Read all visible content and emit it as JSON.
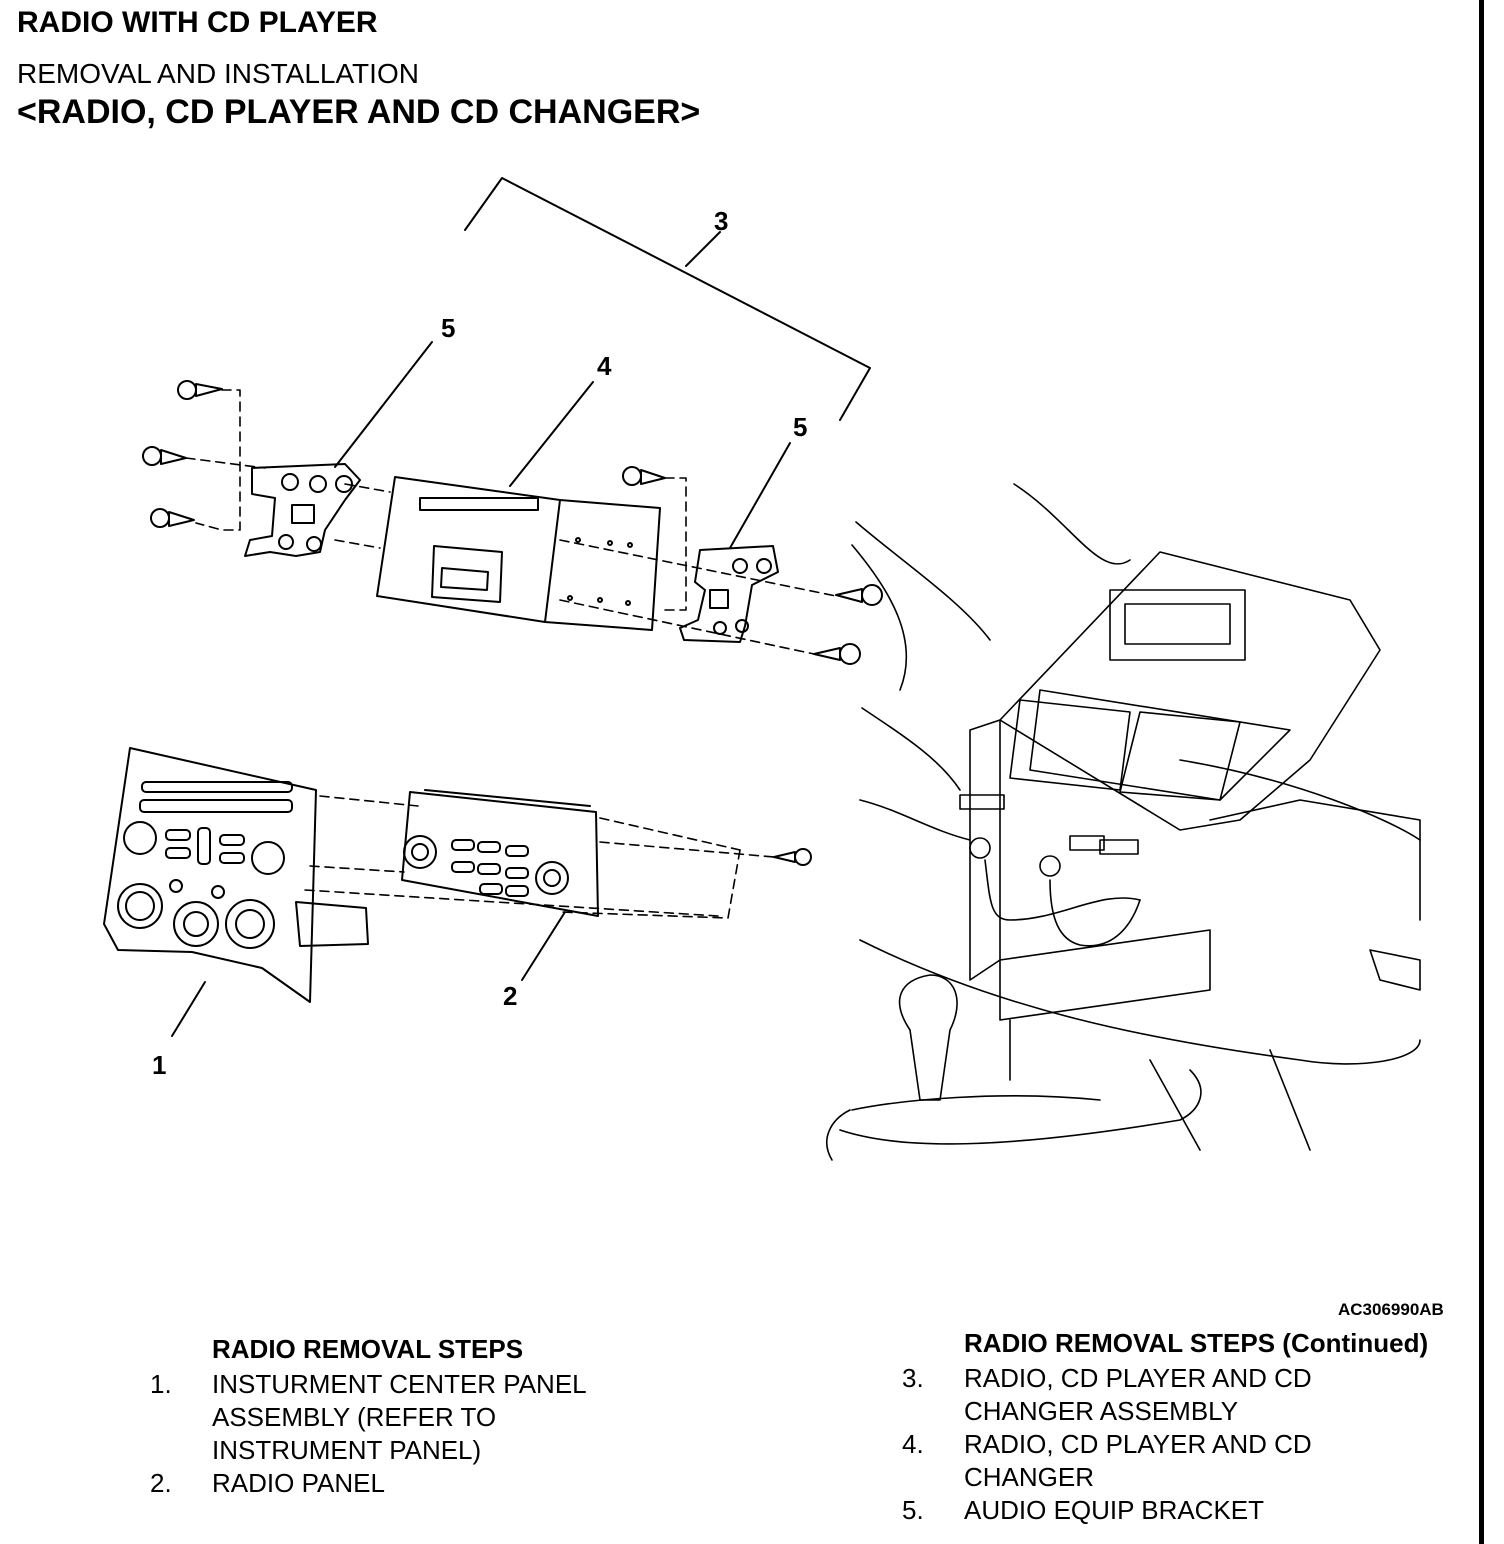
{
  "header": {
    "title": "RADIO WITH CD PLAYER",
    "subtitle": "REMOVAL AND INSTALLATION",
    "section": "<RADIO, CD PLAYER AND CD CHANGER>"
  },
  "figure": {
    "id": "AC306990AB",
    "callouts": [
      "1",
      "2",
      "3",
      "4",
      "5",
      "5"
    ]
  },
  "steps_left": {
    "heading": "RADIO REMOVAL STEPS",
    "items": [
      {
        "num": "1.",
        "lines": [
          "INSTURMENT CENTER PANEL",
          "ASSEMBLY (REFER TO",
          "INSTRUMENT PANEL)"
        ]
      },
      {
        "num": "2.",
        "lines": [
          "RADIO PANEL"
        ]
      }
    ]
  },
  "steps_right": {
    "heading": "RADIO REMOVAL STEPS (Continued)",
    "items": [
      {
        "num": "3.",
        "lines": [
          "RADIO, CD PLAYER AND CD",
          "CHANGER ASSEMBLY"
        ]
      },
      {
        "num": "4.",
        "lines": [
          "RADIO, CD PLAYER AND CD",
          "CHANGER"
        ]
      },
      {
        "num": "5.",
        "lines": [
          "AUDIO EQUIP BRACKET"
        ]
      }
    ]
  }
}
